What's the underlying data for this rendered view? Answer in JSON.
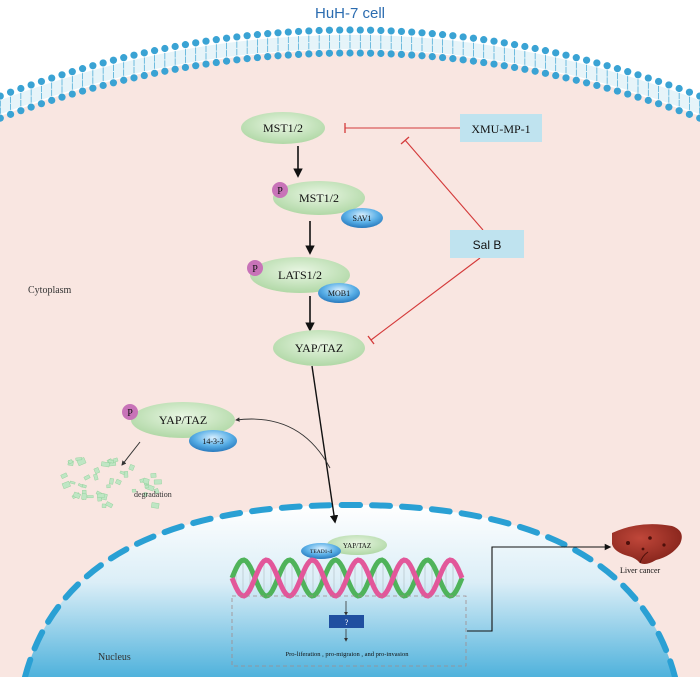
{
  "title": "HuH-7 cell",
  "cytoplasm_label": "Cytoplasm",
  "nucleus_label": "Nucleus",
  "nodes": {
    "mst_top": "MST1/2",
    "mst_p": "MST1/2",
    "sav1": "SAV1",
    "lats": "LATS1/2",
    "mob1": "MOB1",
    "yap_main": "YAP/TAZ",
    "yap_p": "YAP/TAZ",
    "protein_1433": "14-3-3",
    "yap_nuc": "YAP/TAZ",
    "tead": "TEAD1-4",
    "phospho": "P"
  },
  "inhibitors": {
    "xmu": "XMU-MP-1",
    "salb": "Sal B"
  },
  "degradation_label": "degradation",
  "target_gene_label": "?",
  "outcome_label": "Pro-liferation , pro-migraion , and pro-invasion",
  "liver_label": "Liver cancer",
  "colors": {
    "title": "#2b6cb0",
    "membrane": "#3aa3d4",
    "cytoplasm": "#f9e6e1",
    "node_green": "#b9dcb0",
    "node_blue": "#2f8fd0",
    "phospho": "#c873b8",
    "inhibitor_box": "#bfe3ef",
    "inhibition_line": "#d43a3a",
    "dna_pink": "#e2579a",
    "dna_green": "#4fb35a",
    "liver": "#9a2a20"
  }
}
